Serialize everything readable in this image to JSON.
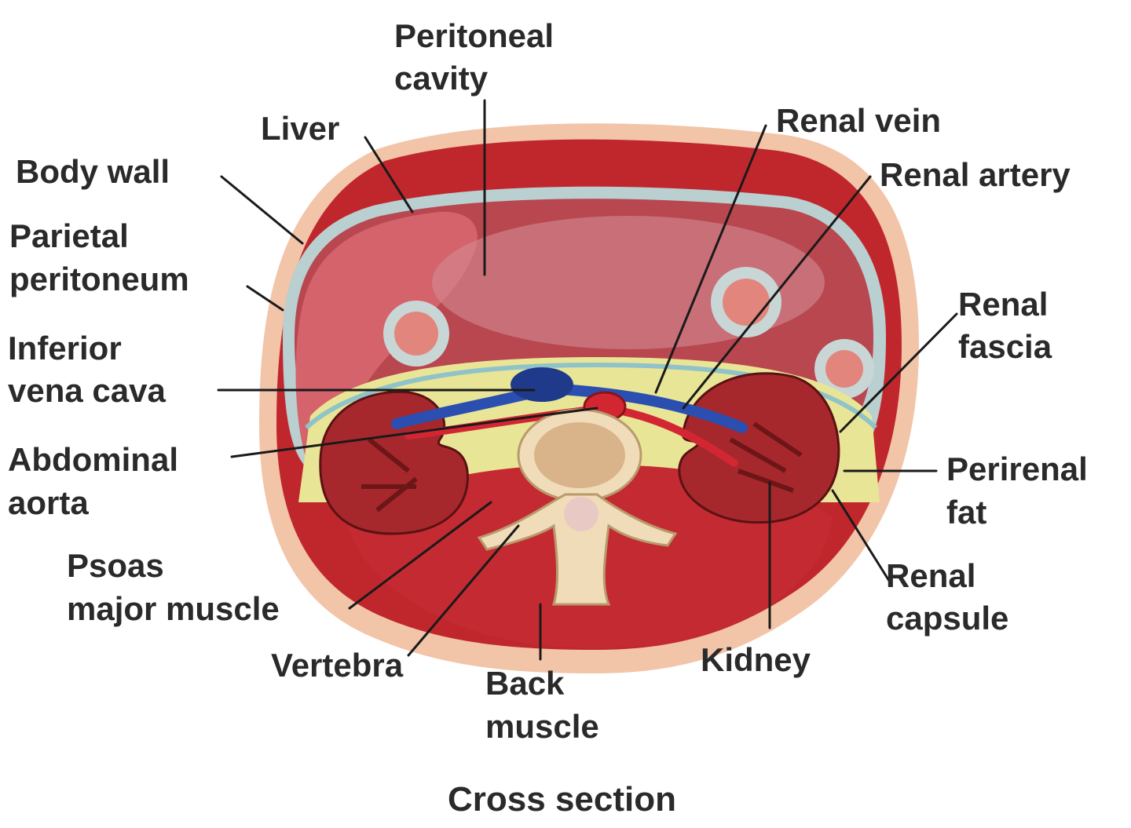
{
  "labels": {
    "peritoneal_cavity": [
      "Peritoneal",
      "cavity"
    ],
    "liver": "Liver",
    "body_wall": "Body wall",
    "parietal_peritoneum": [
      "Parietal",
      "peritoneum"
    ],
    "inferior_vena_cava": [
      "Inferior",
      "vena cava"
    ],
    "abdominal_aorta": [
      "Abdominal",
      "aorta"
    ],
    "psoas_major_muscle": [
      "Psoas",
      "major muscle"
    ],
    "vertebra": "Vertebra",
    "back_muscle": [
      "Back",
      "muscle"
    ],
    "kidney": "Kidney",
    "renal_vein": "Renal vein",
    "renal_artery": "Renal artery",
    "renal_fascia": [
      "Renal",
      "fascia"
    ],
    "perirenal_fat": [
      "Perirenal",
      "fat"
    ],
    "renal_capsule": [
      "Renal",
      "capsule"
    ]
  },
  "caption": "Cross section",
  "colors": {
    "skin": "#f2c4a8",
    "muscle": "#c0272d",
    "cavity": "#b8474f",
    "peritoneum": "#b9cfd0",
    "fat": "#e9e596",
    "vein": "#2a4fb0",
    "artery": "#d32633",
    "bone": "#f0dcb8"
  }
}
